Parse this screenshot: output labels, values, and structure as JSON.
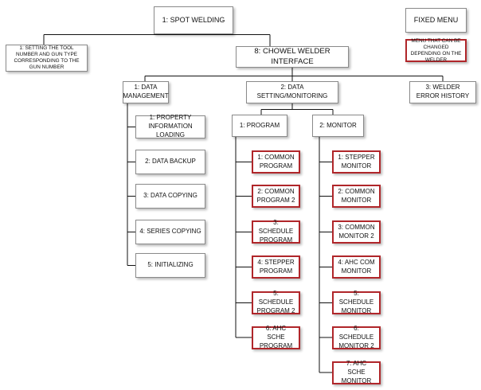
{
  "root": {
    "label": "1: SPOT WELDING"
  },
  "note": {
    "label": "1: SETTING THE TOOL NUMBER AND GUN TYPE CORRESPONDING TO THE GUN NUMBER"
  },
  "interface": {
    "label": "8: CHOWEL WELDER INTERFACE"
  },
  "legend": {
    "fixed_label": "FIXED MENU",
    "changeable_label": "MENU THAT CAN BE CHANGED DEPENDING ON THE WELDER",
    "changeable_color": "#b0262a"
  },
  "data_management": {
    "label": "1: DATA MANAGEMENT",
    "items": [
      "1: PROPERTY INFORMATION LOADING",
      "2: DATA BACKUP",
      "3: DATA COPYING",
      "4: SERIES COPYING",
      "5: INITIALIZING"
    ]
  },
  "data_setting": {
    "label": "2: DATA SETTING/MONITORING"
  },
  "error_history": {
    "label": "3: WELDER ERROR HISTORY"
  },
  "program": {
    "label": "1: PROGRAM",
    "items": [
      "1: COMMON PROGRAM",
      "2: COMMON PROGRAM 2",
      "3: SCHEDULE PROGRAM",
      "4: STEPPER PROGRAM",
      "5: SCHEDULE PROGRAM 2",
      "6: AHC SCHE PROGRAM"
    ]
  },
  "monitor": {
    "label": "2: MONITOR",
    "items": [
      "1: STEPPER MONITOR",
      "2: COMMON MONITOR",
      "3: COMMON MONITOR 2",
      "4: AHC COM MONITOR",
      "5: SCHEDULE MONITOR",
      "6: SCHEDULE MONITOR 2",
      "7: AHC SCHE MONITOR"
    ]
  }
}
